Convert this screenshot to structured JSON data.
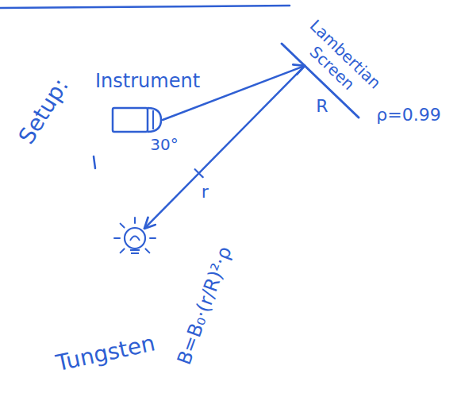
{
  "diagram": {
    "nodes": [
      {
        "text": [
          "Instrument"
        ]
      },
      {
        "text": [
          "Lambertian Screen"
        ]
      },
      {
        "text": [
          "Tungsten"
        ]
      }
    ],
    "edges": [
      {
        "from": 0,
        "to": 1,
        "arrow": "to"
      },
      {
        "from": 1,
        "to": 2,
        "arrow": "to",
        "label": "r"
      }
    ],
    "labels": [
      "Setup:",
      "30°",
      "R",
      "ρ=0.99",
      "B=B₀·(r/R)²·ρ"
    ]
  }
}
